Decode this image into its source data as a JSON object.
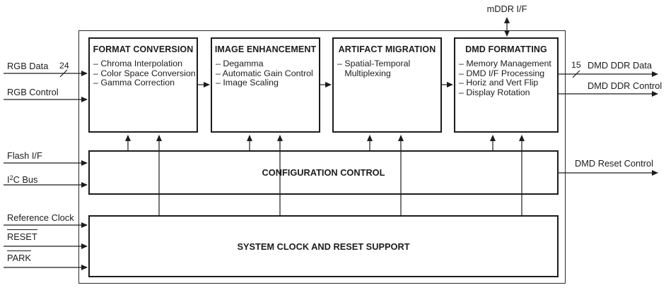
{
  "diagram": {
    "top_signal": {
      "label": "mDDR I/F"
    },
    "title_blocks": [
      {
        "title": "FORMAT CONVERSION",
        "items": [
          "– Chroma Interpolation",
          "– Color Space Conversion",
          "– Gamma Correction"
        ]
      },
      {
        "title": "IMAGE ENHANCEMENT",
        "items": [
          "– Degamma",
          "– Automatic Gain Control",
          "– Image Scaling"
        ]
      },
      {
        "title": "ARTIFACT MIGRATION",
        "items": [
          "– Spatial-Temporal",
          "   Multiplexing"
        ]
      },
      {
        "title": "DMD FORMATTING",
        "items": [
          "– Memory Management",
          "– DMD I/F Processing",
          "– Horiz and Vert Flip",
          "– Display Rotation"
        ]
      }
    ],
    "config_block": {
      "title": "CONFIGURATION CONTROL"
    },
    "sysclk_block": {
      "title": "SYSTEM CLOCK AND RESET SUPPORT"
    },
    "left_signals": {
      "rgb_data": {
        "label": "RGB Data",
        "bus_width": "24"
      },
      "rgb_control": {
        "label": "RGB Control"
      },
      "flash_if": {
        "label": "Flash I/F"
      },
      "i2c_bus": {
        "pre": "I",
        "sup": "2",
        "post": "C Bus"
      },
      "reference_clock": {
        "label": "Reference Clock"
      },
      "reset": {
        "label": "RESET"
      },
      "park": {
        "label": "PARK"
      }
    },
    "right_signals": {
      "dmd_ddr_data": {
        "label": "DMD DDR Data",
        "bus_width": "15"
      },
      "dmd_ddr_control": {
        "label": "DMD DDR Control"
      },
      "dmd_reset_control": {
        "label": "DMD Reset Control"
      }
    },
    "colors": {
      "line": "#1c1c1c",
      "text": "#1c1c1c",
      "background": "#ffffff"
    }
  }
}
